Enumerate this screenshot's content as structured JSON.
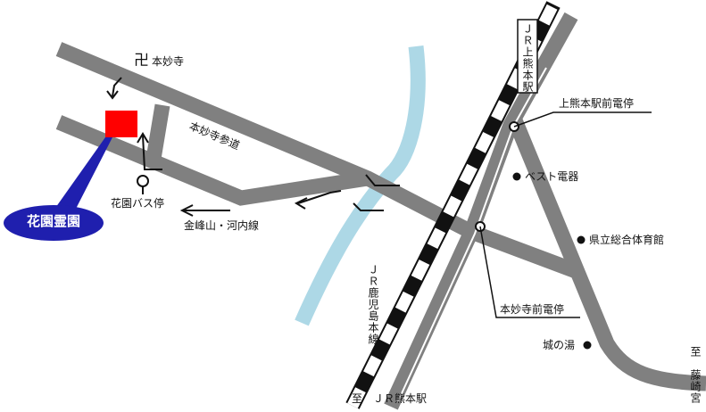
{
  "map": {
    "labels": {
      "honmyoji": "本妙寺",
      "sando": "本妙寺参道",
      "hanazono_reien": "花園霊園",
      "hanazono_bus": "花園バス停",
      "kinposan": "金峰山・河内線",
      "jr_kamikumamoto": "ＪＲ上熊本駅",
      "jr_kagoshima": "ＪＲ鹿児島本線",
      "to_jr_kumamoto": "至　ＪＲ熊本駅",
      "kamikumamoto_tram": "上熊本駅前電停",
      "best_denki": "ベスト電器",
      "gym": "県立総合体育館",
      "honmyoji_tram": "本妙寺前電停",
      "shiro_no_yu": "城の湯",
      "to_fujisakigu": "至　藤崎宮"
    },
    "symbols": {
      "temple": "卍"
    },
    "colors": {
      "road": "#808080",
      "river": "#add8e6",
      "cemetery_marker": "#ff0000",
      "cemetery_label_bg": "#1f1fae",
      "rail_dark": "#111111",
      "tram_line": "#ffffff"
    }
  }
}
